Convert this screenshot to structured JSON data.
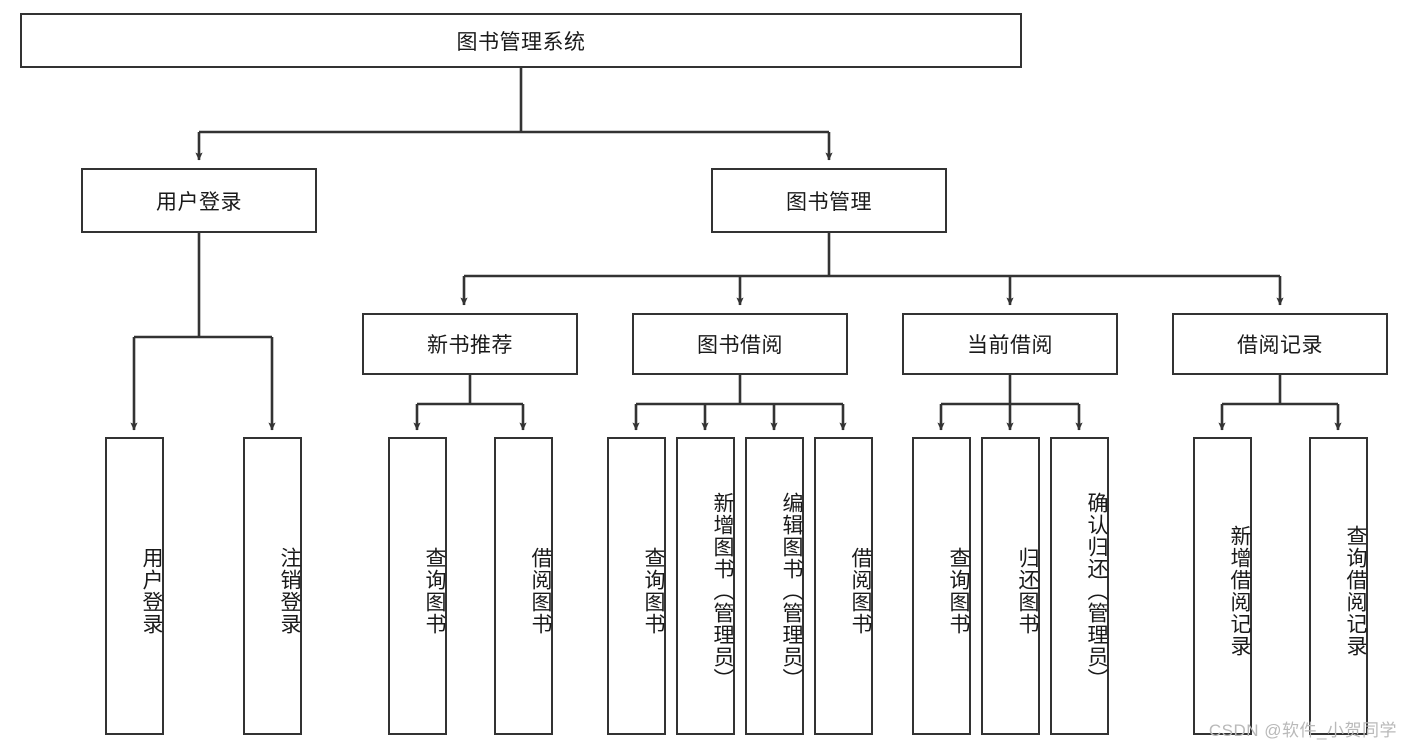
{
  "diagram": {
    "type": "tree",
    "title": "图书管理系统",
    "watermark": "CSDN @软件_小贺同学",
    "colors": {
      "box_border": "#333333",
      "box_fill": "#ffffff",
      "connector": "#333333",
      "text": "#1a1a1a",
      "watermark": "#b9b9b9",
      "background": "#ffffff"
    },
    "nodes": {
      "root": {
        "label": "图书管理系统"
      },
      "level2": [
        {
          "id": "user-login",
          "label": "用户登录"
        },
        {
          "id": "book-management",
          "label": "图书管理"
        }
      ],
      "level3": [
        {
          "id": "new-book-recommend",
          "label": "新书推荐"
        },
        {
          "id": "book-borrow",
          "label": "图书借阅"
        },
        {
          "id": "current-borrow",
          "label": "当前借阅"
        },
        {
          "id": "borrow-record",
          "label": "借阅记录"
        }
      ],
      "leaves": {
        "user-login": [
          {
            "id": "leaf-user-login",
            "label": "用户登录"
          },
          {
            "id": "leaf-logout-login",
            "label": "注销登录"
          }
        ],
        "new-book-recommend": [
          {
            "id": "leaf-query-book-1",
            "label": "查询图书"
          },
          {
            "id": "leaf-borrow-book-1",
            "label": "借阅图书"
          }
        ],
        "book-borrow": [
          {
            "id": "leaf-query-book-2",
            "label": "查询图书"
          },
          {
            "id": "leaf-add-book",
            "label": "新增图书（管理员）"
          },
          {
            "id": "leaf-edit-book",
            "label": "编辑图书（管理员）"
          },
          {
            "id": "leaf-borrow-book-2",
            "label": "借阅图书"
          }
        ],
        "current-borrow": [
          {
            "id": "leaf-query-book-3",
            "label": "查询图书"
          },
          {
            "id": "leaf-return-book",
            "label": "归还图书"
          },
          {
            "id": "leaf-confirm-return",
            "label": "确认归还（管理员）"
          }
        ],
        "borrow-record": [
          {
            "id": "leaf-add-record",
            "label": "新增借阅记录"
          },
          {
            "id": "leaf-query-record",
            "label": "查询借阅记录"
          }
        ]
      }
    }
  }
}
